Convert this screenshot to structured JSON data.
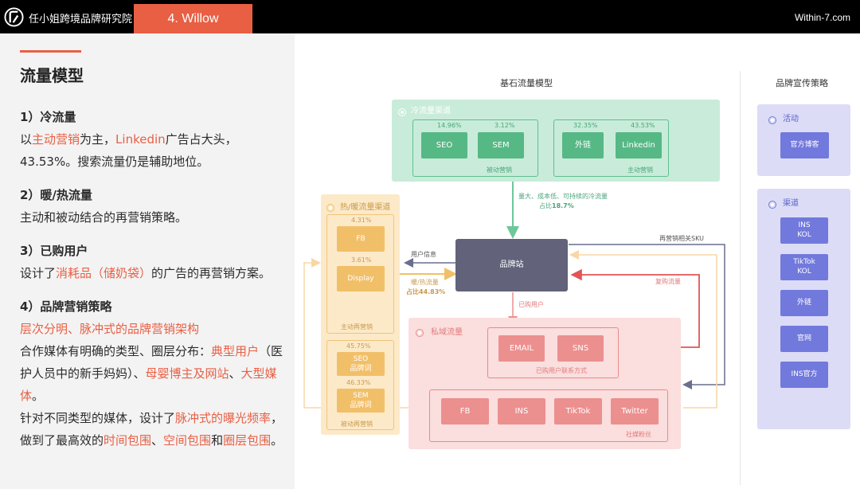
{
  "header": {
    "brand": "任小姐跨境品牌研究院",
    "tab": "4. Willow",
    "site": "Within-7.com"
  },
  "left": {
    "title": "流量模型",
    "s1_heading": "1）冷流量",
    "s1_p1": "以",
    "s1_hl1": "主动营销",
    "s1_p2": "为主，",
    "s1_hl2": "Linkedin",
    "s1_p3": "广告占大头，",
    "s1_p4": "43.53%。搜索流量仍是辅助地位。",
    "s2_heading": "2）暖/热流量",
    "s2_text": "主动和被动结合的再营销策略。",
    "s3_heading": "3）已购用户",
    "s3_p1": "设计了",
    "s3_hl1": "消耗品（储奶袋）",
    "s3_p2": "的广告的再营销方案。",
    "s4_heading": "4）品牌营销策略",
    "s4_hl1": "层次分明、脉冲式的品牌营销架构",
    "s4_p1": "合作媒体有明确的类型、圈层分布：",
    "s4_hl2": "典型用户",
    "s4_p2": "（医护人员中的新手妈妈）、",
    "s4_hl3": "母婴博主及网站",
    "s4_p3": "、",
    "s4_hl4": "大型媒体",
    "s4_p4": "。",
    "s4_p5": "针对不同类型的媒体，设计了",
    "s4_hl5": "脉冲式的曝光频率",
    "s4_p6": "，做到了最高效的",
    "s4_hl6": "时间包围",
    "s4_p7": "、",
    "s4_hl7": "空间包围",
    "s4_p8": "和",
    "s4_hl8": "圈层包围",
    "s4_p9": "。"
  },
  "diagram": {
    "title_main": "基石流量模型",
    "title_side": "品牌宣传策略",
    "cold": {
      "label": "冷流量渠道",
      "passive_caption": "被动营销",
      "active_caption": "主动营销",
      "items": [
        {
          "name": "SEO",
          "pct": "14.96%"
        },
        {
          "name": "SEM",
          "pct": "3.12%"
        },
        {
          "name": "外链",
          "pct": "32.35%"
        },
        {
          "name": "Linkedin",
          "pct": "43.53%"
        }
      ]
    },
    "cold_flow_line1": "量大、成本低、可持续的冷流量",
    "cold_flow_line2a": "占比",
    "cold_flow_line2b": "18.7%",
    "warm": {
      "label": "热/暖流量渠道",
      "active_caption": "主动再营销",
      "passive_caption": "被动再营销",
      "items": [
        {
          "name": "FB",
          "pct": "4.31%"
        },
        {
          "name": "Display",
          "pct": "3.61%"
        },
        {
          "name": "SEO\n品牌词",
          "pct": "45.75%"
        },
        {
          "name": "SEM\n品牌词",
          "pct": "46.33%"
        }
      ]
    },
    "hub": "品牌站",
    "user_info": "用户信息",
    "warm_flow_line1": "暖/热流量",
    "warm_flow_line2": "占比44.83%",
    "remarketing_sku": "再营销相关SKU",
    "repurchase": "复购流量",
    "purchased": "已购用户",
    "private": {
      "label": "私域流量",
      "contact_caption": "已购用户联系方式",
      "contact_items": [
        "EMAIL",
        "SNS"
      ],
      "social_caption": "社媒粉丝",
      "social_items": [
        "FB",
        "INS",
        "TikTok",
        "Twitter"
      ]
    },
    "side": {
      "activity_label": "活动",
      "activity_items": [
        "官方博客"
      ],
      "channel_label": "渠道",
      "channel_items": [
        "INS\nKOL",
        "TikTok\nKOL",
        "外链",
        "官网",
        "INS官方"
      ]
    }
  },
  "colors": {
    "accent": "#e85f44",
    "green": "#56b885",
    "yellow": "#f2bf69",
    "pink": "#ec8f8f",
    "purple": "#7279dc",
    "hub": "#62637a"
  }
}
